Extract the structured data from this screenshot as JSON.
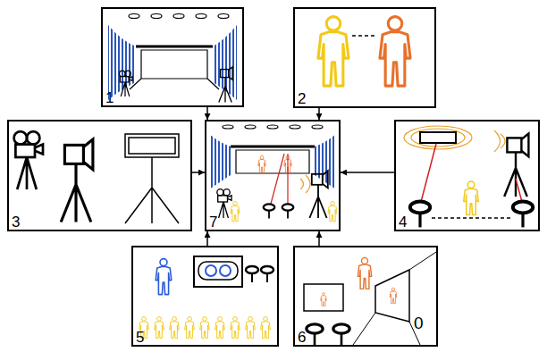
{
  "diagram": {
    "nodes": [
      {
        "text": [
          "1"
        ]
      },
      {
        "text": [
          "2"
        ]
      },
      {
        "text": [
          "3"
        ]
      },
      {
        "text": [
          "7"
        ]
      },
      {
        "text": [
          "4"
        ]
      },
      {
        "text": [
          "5"
        ]
      },
      {
        "text": [
          "6"
        ]
      }
    ],
    "edges": [
      {
        "from": 0,
        "to": 3,
        "arrow": "to"
      },
      {
        "from": 1,
        "to": 3,
        "arrow": "to"
      },
      {
        "from": 2,
        "to": 3,
        "arrow": "to"
      },
      {
        "from": 4,
        "to": 3,
        "arrow": "to"
      },
      {
        "from": 5,
        "to": 3,
        "arrow": "to"
      },
      {
        "from": 6,
        "to": 3,
        "arrow": "to"
      }
    ],
    "labels": [
      "0"
    ]
  }
}
